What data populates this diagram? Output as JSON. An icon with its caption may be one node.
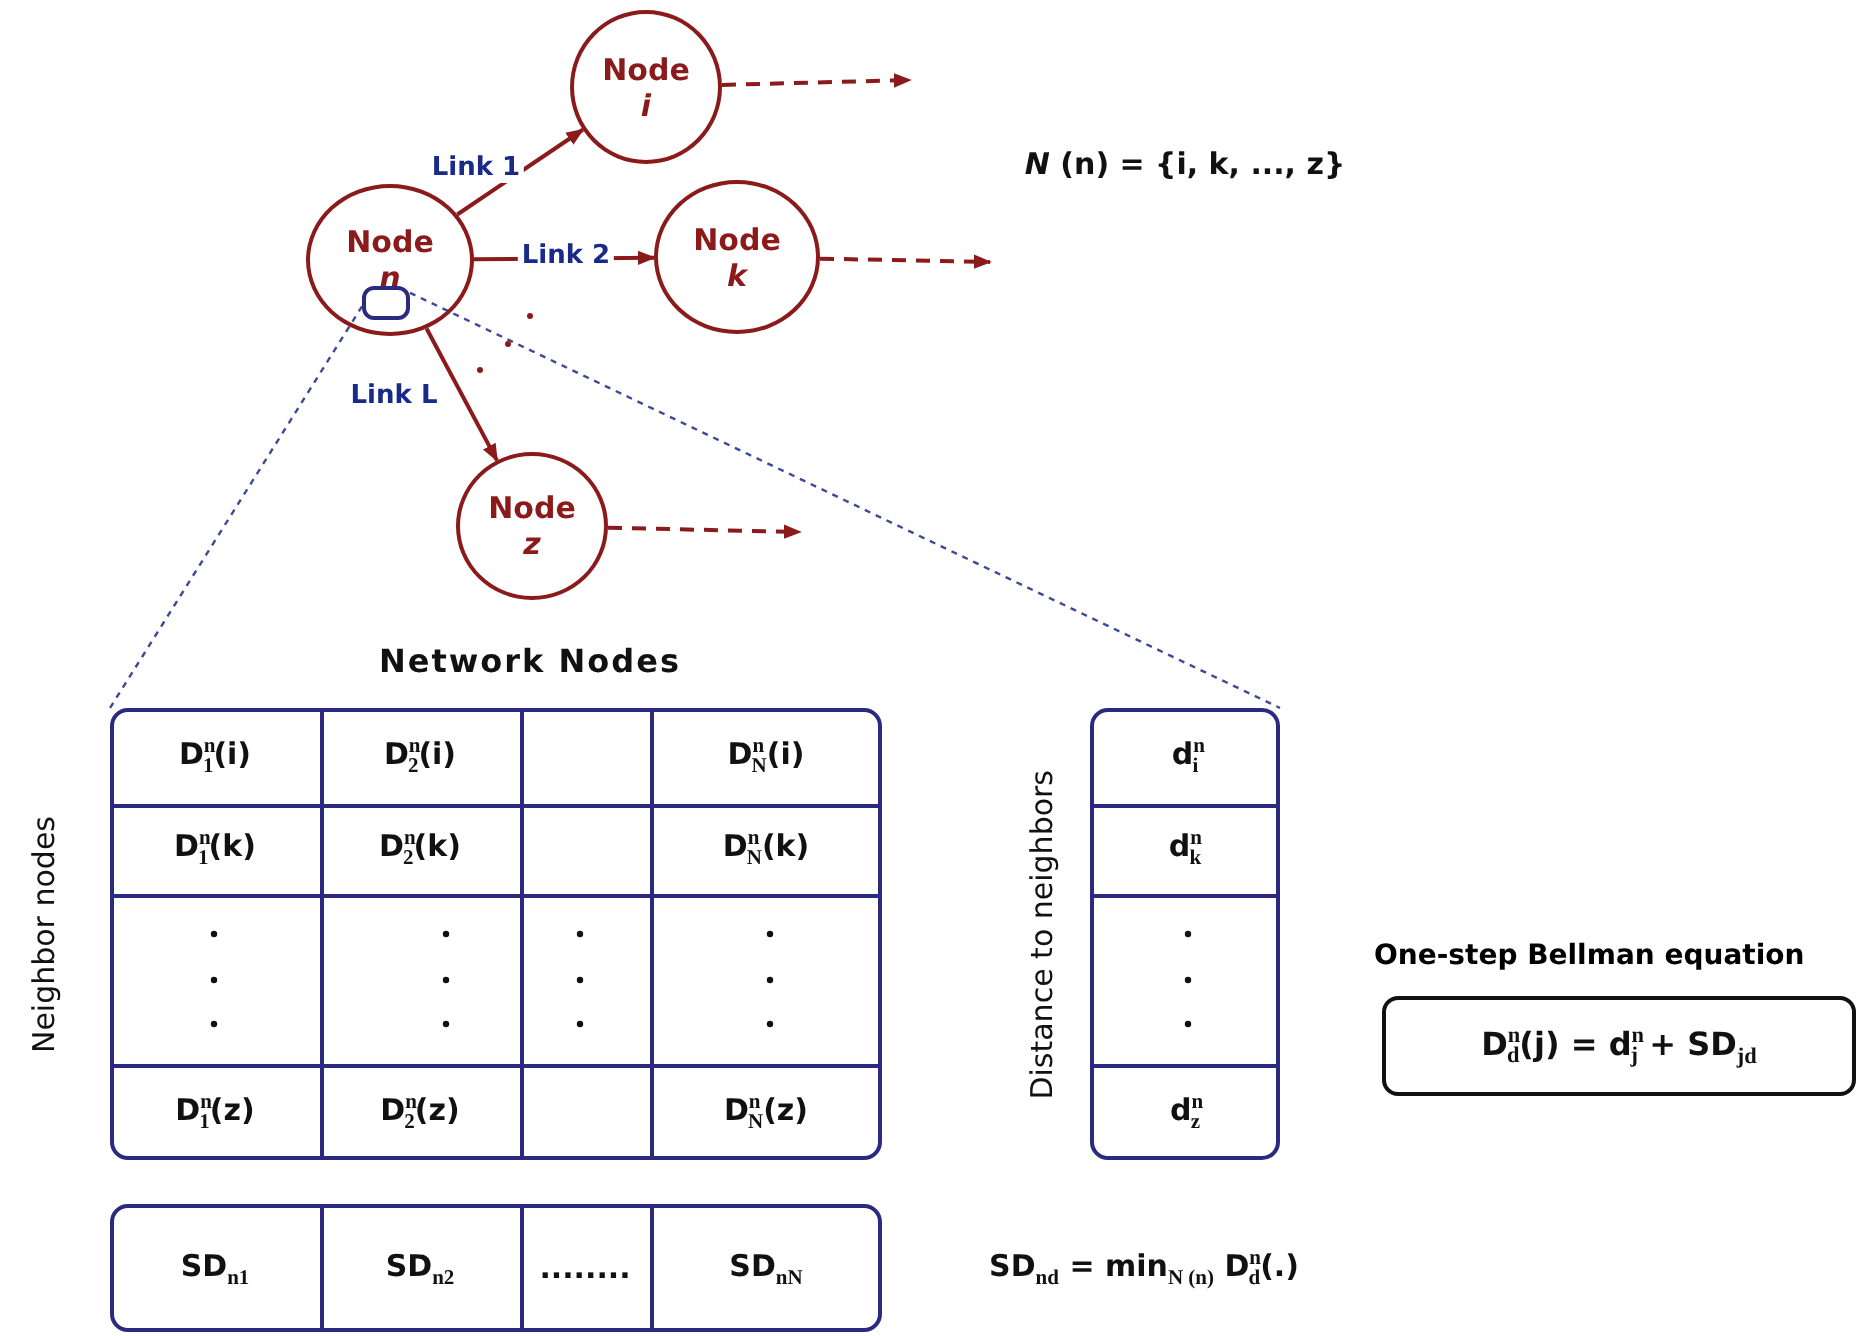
{
  "diagram": {
    "nodes": [
      {
        "text": [
          "Node *n*"
        ]
      },
      {
        "text": [
          "Node *i*"
        ]
      },
      {
        "text": [
          "Node *k*"
        ]
      },
      {
        "text": [
          "Node *z*"
        ]
      },
      {
        "text": [],
        "shape": "box",
        "in": 0
      },
      {
        "text": [],
        "shape": "box"
      },
      {
        "text": [],
        "shape": "box"
      },
      {
        "text": [],
        "shape": "box"
      },
      {
        "text": [
          "One-step Bellman equation",
          "D$^{n}$$_{d}$(j) = d$^{n}$$_{j}$ + SD$_{jd}$"
        ]
      }
    ],
    "edges": [
      {
        "from": 0,
        "to": 1,
        "arrow": "to",
        "label": "Link 1"
      },
      {
        "from": 0,
        "to": 2,
        "arrow": "to",
        "label": "Link 2"
      },
      {
        "from": 0,
        "to": 3,
        "arrow": "to",
        "label": "Link L"
      },
      {
        "from": 1,
        "to": null,
        "arrow": "to",
        "style": "dashed"
      },
      {
        "from": 2,
        "to": null,
        "arrow": "to",
        "style": "dashed"
      },
      {
        "from": 3,
        "to": null,
        "arrow": "to",
        "style": "dashed"
      },
      {
        "from": 4,
        "to": 5,
        "arrow": "none",
        "style": "dashed",
        "color": "#3c4a96"
      },
      {
        "from": 4,
        "to": 6,
        "arrow": "none",
        "style": "dashed",
        "color": "#3c4a96"
      }
    ],
    "labels": [
      "*N* (n) = {i, k, ..., z}",
      "Network Nodes",
      "Neighbor nodes",
      "D$^{n}$$_{1}$(i)",
      "D$^{n}$$_{2}$(i)",
      "D$^{n}$$_{N}$(i)",
      "D$^{n}$$_{1}$(k)",
      "D$^{n}$$_{2}$(k)",
      "D$^{n}$$_{N}$(k)",
      "D$^{n}$$_{1}$(z)",
      "D$^{n}$$_{2}$(z)",
      "D$^{n}$$_{N}$(z)",
      "Distance to neighbors",
      "d$^{n}$$_{i}$",
      "d$^{n}$$_{k}$",
      "d$^{n}$$_{z}$",
      "SD$_{n1}$",
      "SD$_{n2}$",
      "........",
      "SD$_{nN}$",
      "SD$_{nd}$ = min$_{N (n)}$ D$^{n}$$_{d}$(.)"
    ]
  }
}
